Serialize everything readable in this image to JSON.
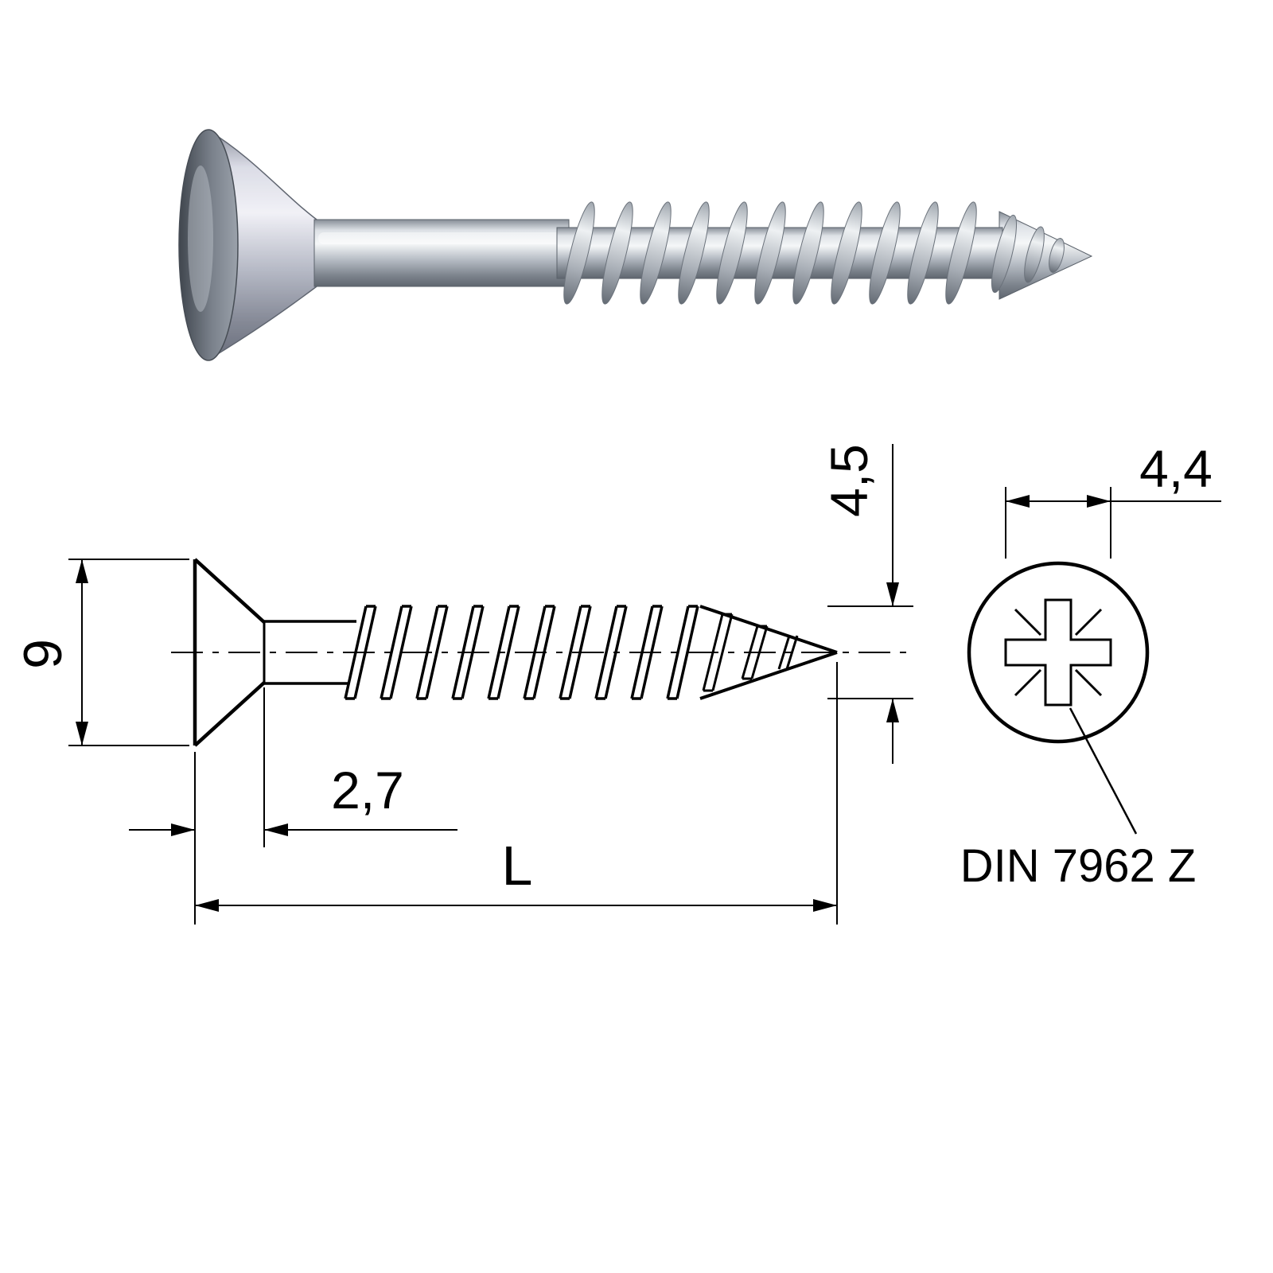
{
  "side_view": {
    "head_diameter_label": "9",
    "head_length_label": "2,7",
    "total_length_label": "L",
    "thread_diameter_label": "4,5"
  },
  "front_view": {
    "recess_width_label": "4,4",
    "standard_label": "DIN 7962 Z"
  },
  "colors": {
    "background": "#ffffff",
    "line": "#000000",
    "steel_light": "#f5f7f8",
    "steel_mid": "#b6bcc4",
    "steel_dark": "#5f666f"
  }
}
